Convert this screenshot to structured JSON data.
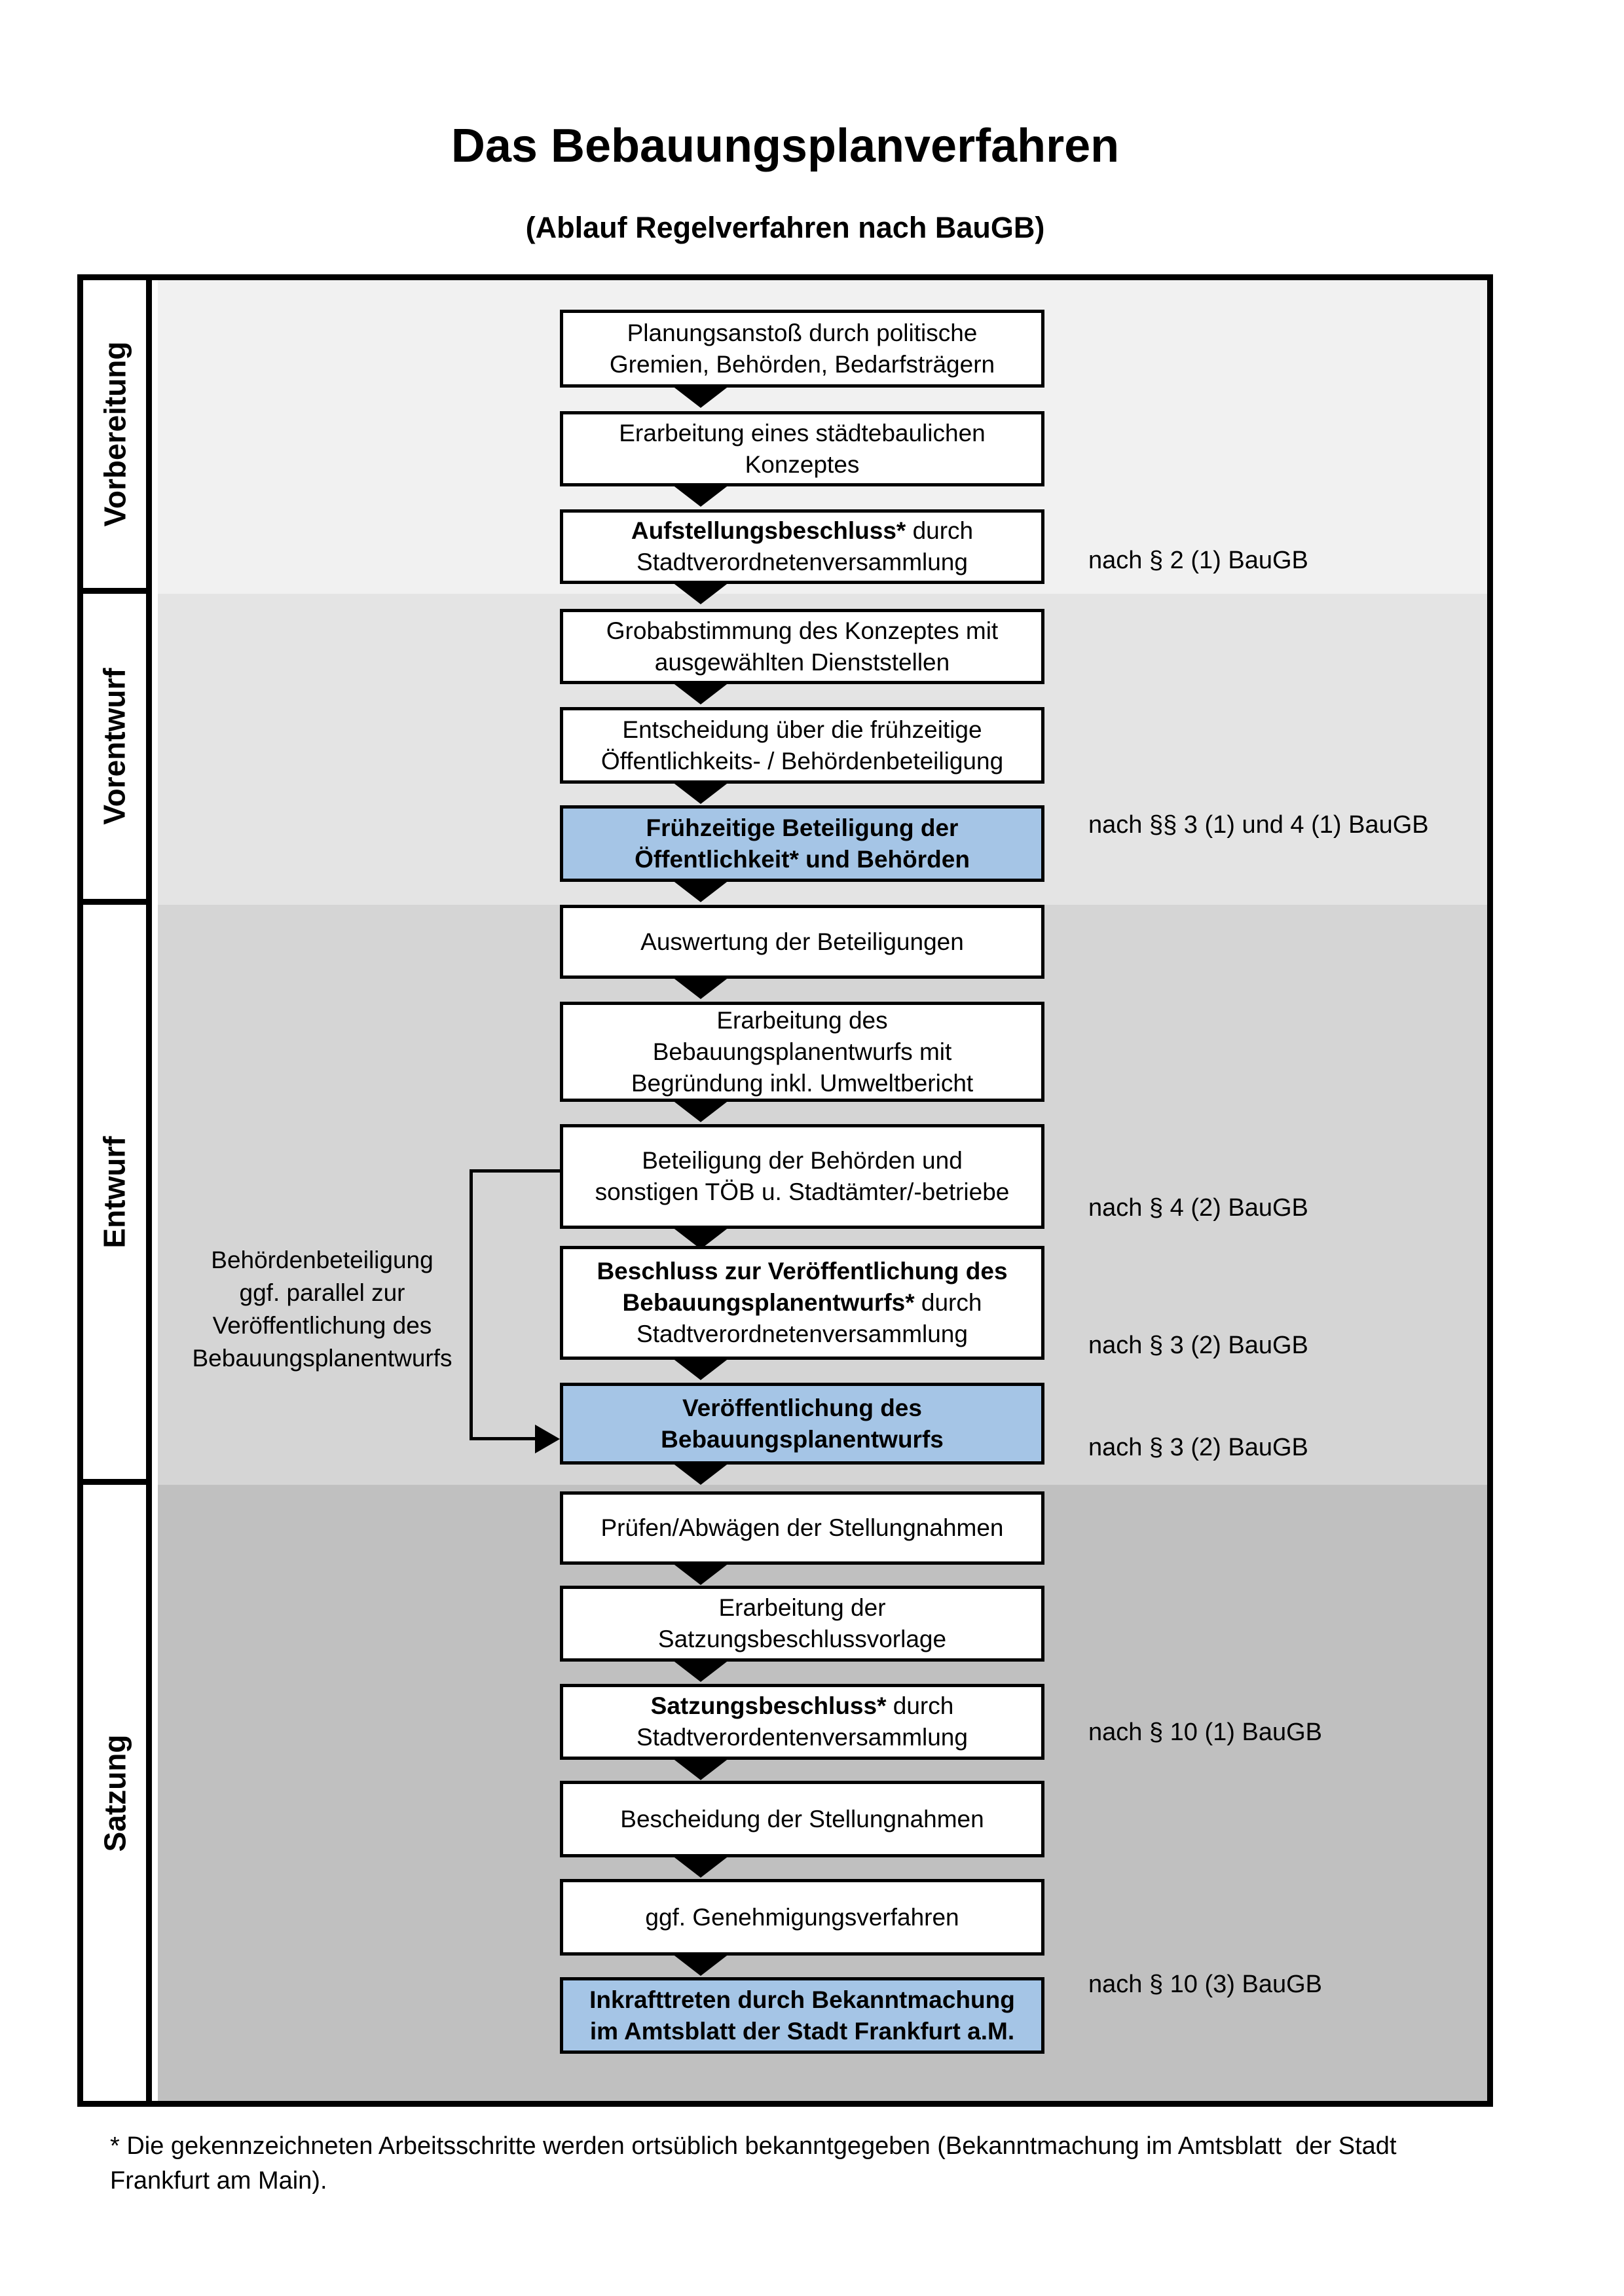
{
  "page": {
    "title": "Das Bebauungsplanverfahren",
    "subtitle": "(Ablauf Regelverfahren nach BauGB)",
    "footnote_lines": [
      "* Die gekennzeichneten Arbeitsschritte werden ortsüblich bekanntgegeben (Bekanntmachung im Amtsblatt  der Stadt",
      "Frankfurt am Main)."
    ]
  },
  "colors": {
    "band_vorbereitung": "#f1f1f1",
    "band_vorentwurf": "#e4e4e4",
    "band_entwurf": "#d5d5d5",
    "band_satzung": "#c0c0c0",
    "highlight_blue": "#a5c5e6",
    "line_black": "#000000"
  },
  "phases": [
    {
      "id": "vorbereitung",
      "label": "Vorbereitung"
    },
    {
      "id": "vorentwurf",
      "label": "Vorentwurf"
    },
    {
      "id": "entwurf",
      "label": "Entwurf"
    },
    {
      "id": "satzung",
      "label": "Satzung"
    }
  ],
  "flow": {
    "boxes": [
      {
        "id": "planungsanstoss",
        "highlight": false,
        "lines": [
          [
            {
              "t": "Planungsanstoß durch politische"
            }
          ],
          [
            {
              "t": "Gremien, Behörden, Bedarfsträgern"
            }
          ]
        ]
      },
      {
        "id": "erarbeitung-konzept",
        "highlight": false,
        "lines": [
          [
            {
              "t": "Erarbeitung eines städtebaulichen"
            }
          ],
          [
            {
              "t": "Konzeptes"
            }
          ]
        ]
      },
      {
        "id": "aufstellungsbeschluss",
        "highlight": false,
        "lines": [
          [
            {
              "t": "Aufstellungsbeschluss*",
              "b": true
            },
            {
              "t": " durch"
            }
          ],
          [
            {
              "t": "Stadtverordnetenversammlung"
            }
          ]
        ]
      },
      {
        "id": "grobabstimmung",
        "highlight": false,
        "lines": [
          [
            {
              "t": "Grobabstimmung des Konzeptes mit"
            }
          ],
          [
            {
              "t": "ausgewählten Dienststellen"
            }
          ]
        ]
      },
      {
        "id": "entscheidung-beteiligung",
        "highlight": false,
        "lines": [
          [
            {
              "t": "Entscheidung über die frühzeitige"
            }
          ],
          [
            {
              "t": "Öffentlichkeits- / Behördenbeteiligung"
            }
          ]
        ]
      },
      {
        "id": "fruehzeitige-beteiligung",
        "highlight": true,
        "lines": [
          [
            {
              "t": "Frühzeitige Beteiligung der",
              "b": true
            }
          ],
          [
            {
              "t": "Öffentlichkeit* und Behörden",
              "b": true
            }
          ]
        ]
      },
      {
        "id": "auswertung",
        "highlight": false,
        "lines": [
          [
            {
              "t": "Auswertung der Beteiligungen"
            }
          ]
        ]
      },
      {
        "id": "erarbeitung-entwurf",
        "highlight": false,
        "lines": [
          [
            {
              "t": "Erarbeitung des"
            }
          ],
          [
            {
              "t": "Bebauungsplanentwurfs mit"
            }
          ],
          [
            {
              "t": "Begründung inkl. Umweltbericht"
            }
          ]
        ]
      },
      {
        "id": "beteiligung-behoerden",
        "highlight": false,
        "lines": [
          [
            {
              "t": "Beteiligung der Behörden und"
            }
          ],
          [
            {
              "t": "sonstigen TÖB u. Stadtämter/-betriebe"
            }
          ]
        ]
      },
      {
        "id": "beschluss-veroeffentlichung",
        "highlight": false,
        "lines": [
          [
            {
              "t": "Beschluss zur Veröffentlichung des",
              "b": true
            }
          ],
          [
            {
              "t": "Bebauungsplanentwurfs*",
              "b": true
            },
            {
              "t": " durch"
            }
          ],
          [
            {
              "t": "Stadtverordnetenversammlung"
            }
          ]
        ]
      },
      {
        "id": "veroeffentlichung-entwurf",
        "highlight": true,
        "lines": [
          [
            {
              "t": "Veröffentlichung des",
              "b": true
            }
          ],
          [
            {
              "t": "Bebauungsplanentwurfs",
              "b": true
            }
          ]
        ]
      },
      {
        "id": "pruefen-abwaegen",
        "highlight": false,
        "lines": [
          [
            {
              "t": "Prüfen/Abwägen der Stellungnahmen"
            }
          ]
        ]
      },
      {
        "id": "erarbeitung-satzungsvorlage",
        "highlight": false,
        "lines": [
          [
            {
              "t": "Erarbeitung der"
            }
          ],
          [
            {
              "t": "Satzungsbeschlussvorlage"
            }
          ]
        ]
      },
      {
        "id": "satzungsbeschluss",
        "highlight": false,
        "lines": [
          [
            {
              "t": "Satzungsbeschluss*",
              "b": true
            },
            {
              "t": " durch"
            }
          ],
          [
            {
              "t": "Stadtverordentenversammlung"
            }
          ]
        ]
      },
      {
        "id": "bescheidung",
        "highlight": false,
        "lines": [
          [
            {
              "t": "Bescheidung der Stellungnahmen"
            }
          ]
        ]
      },
      {
        "id": "genehmigungsverfahren",
        "highlight": false,
        "lines": [
          [
            {
              "t": "ggf. Genehmigungsverfahren"
            }
          ]
        ]
      },
      {
        "id": "inkrafttreten",
        "highlight": true,
        "lines": [
          [
            {
              "t": "Inkrafttreten",
              "b": true
            },
            {
              "t": " durch Bekanntmachung"
            }
          ],
          [
            {
              "t": "im Amtsblatt der Stadt Frankfurt a.M."
            }
          ]
        ]
      }
    ],
    "refs": [
      {
        "text": "nach § 2 (1) BauGB"
      },
      {
        "text": "nach §§ 3 (1) und 4 (1) BauGB"
      },
      {
        "text": "nach § 4 (2) BauGB"
      },
      {
        "text": "nach § 3 (2) BauGB"
      },
      {
        "text": "nach § 3 (2) BauGB"
      },
      {
        "text": "nach § 10 (1) BauGB"
      },
      {
        "text": "nach § 10 (3) BauGB"
      }
    ],
    "side_note_lines": [
      "Behördenbeteiligung",
      "ggf. parallel zur",
      "Veröffentlichung des",
      "Bebauungsplanentwurfs"
    ]
  }
}
